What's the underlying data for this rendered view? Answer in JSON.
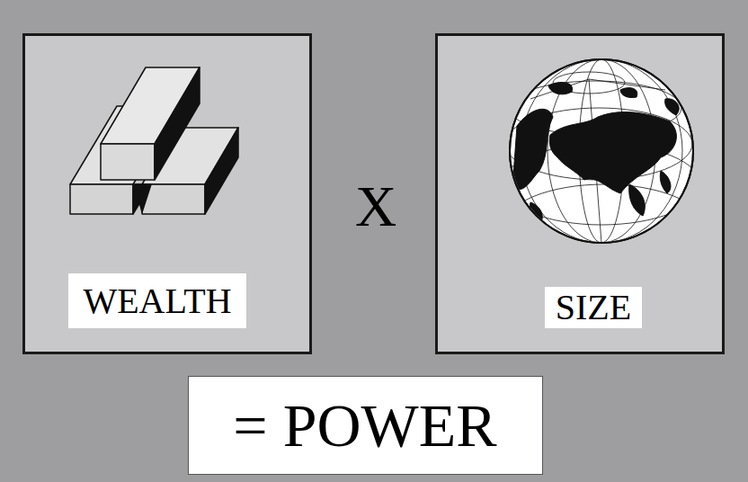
{
  "diagram": {
    "nodes": [
      {
        "text": [
          "WEALTH"
        ]
      },
      {
        "text": [
          "SIZE"
        ]
      },
      {
        "text": [
          "= POWER"
        ]
      }
    ],
    "labels": [
      "X"
    ]
  }
}
